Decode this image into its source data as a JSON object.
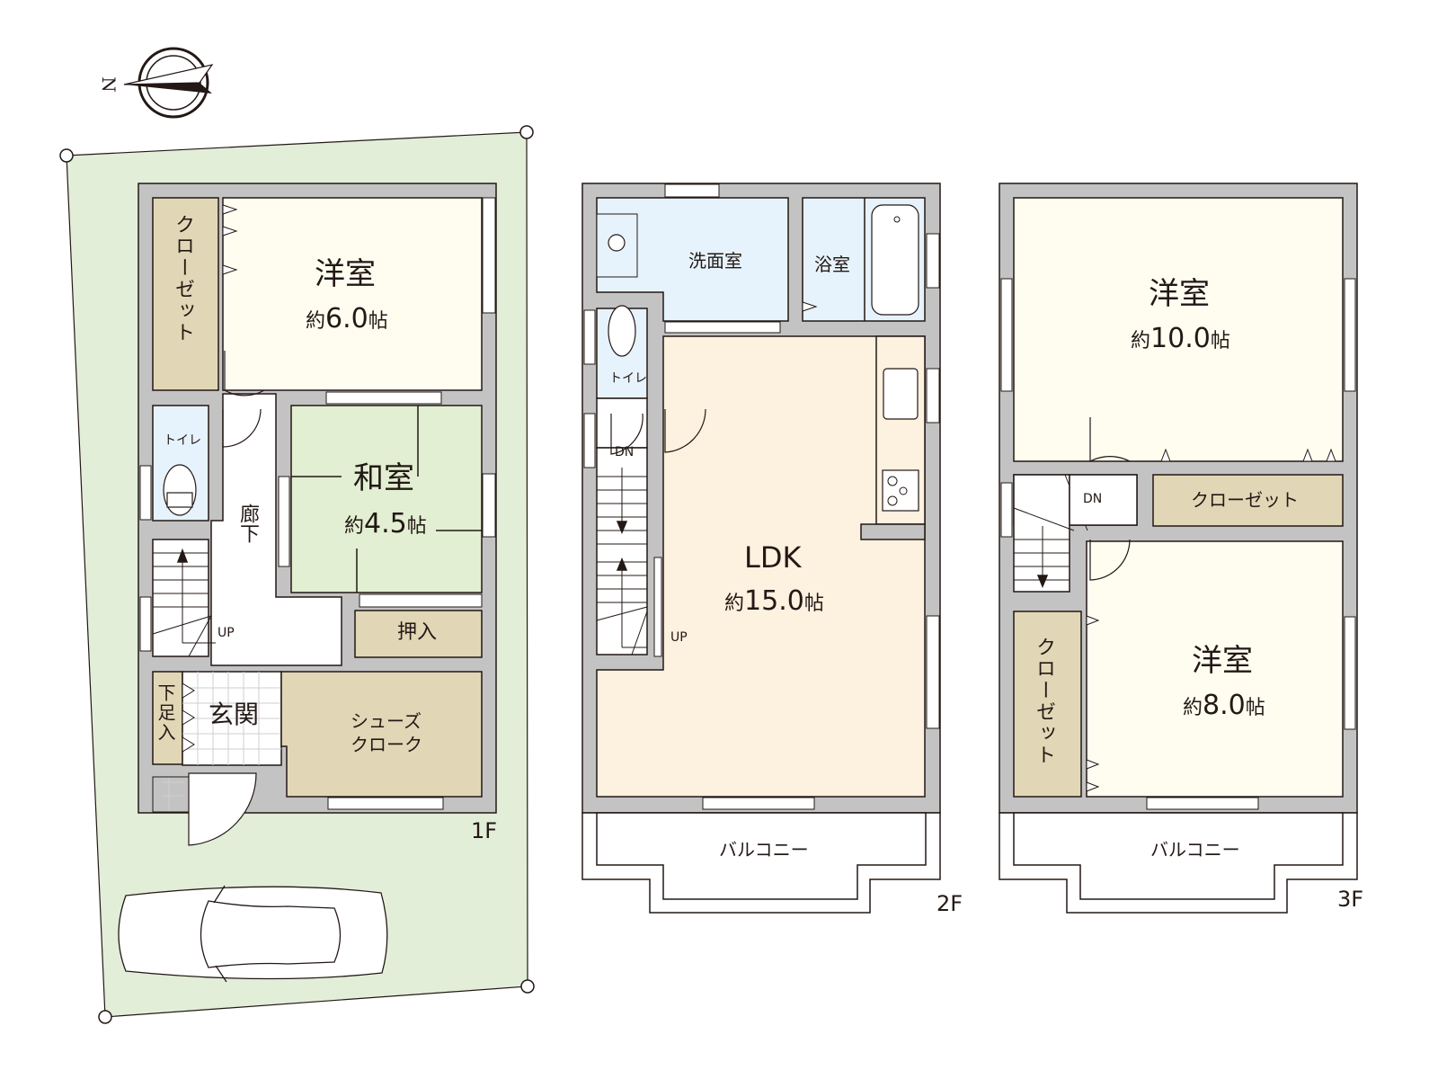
{
  "compass": {
    "label": "N"
  },
  "colors": {
    "site": "#e2eed8",
    "wall": "#c3c3c3",
    "western_room": "#fefdf0",
    "japanese_room": "#e2efd2",
    "storage": "#e1d7b6",
    "wet_area": "#e6f3fc",
    "ldk": "#fdf1df",
    "line": "#231815"
  },
  "floors": [
    {
      "id": "1F",
      "label": "1F",
      "rooms": [
        {
          "name": "洋室",
          "area_prefix": "約",
          "area_value": "6.0",
          "area_unit": "帖"
        },
        {
          "name": "和室",
          "area_prefix": "約",
          "area_value": "4.5",
          "area_unit": "帖"
        },
        {
          "name": "クローゼット"
        },
        {
          "name": "トイレ"
        },
        {
          "name": "廊下"
        },
        {
          "name": "押入"
        },
        {
          "name": "玄関"
        },
        {
          "name": "下足入"
        },
        {
          "name": "シューズ",
          "name2": "クローク"
        }
      ],
      "stairs_label": "UP"
    },
    {
      "id": "2F",
      "label": "2F",
      "rooms": [
        {
          "name": "洗面室"
        },
        {
          "name": "浴室"
        },
        {
          "name": "トイレ"
        },
        {
          "name": "LDK",
          "area_prefix": "約",
          "area_value": "15.0",
          "area_unit": "帖"
        },
        {
          "name": "バルコニー"
        }
      ],
      "stairs_dn": "DN",
      "stairs_up": "UP"
    },
    {
      "id": "3F",
      "label": "3F",
      "rooms": [
        {
          "name": "洋室",
          "area_prefix": "約",
          "area_value": "10.0",
          "area_unit": "帖"
        },
        {
          "name": "クローゼット"
        },
        {
          "name": "洋室",
          "area_prefix": "約",
          "area_value": "8.0",
          "area_unit": "帖"
        },
        {
          "name": "クローゼット"
        },
        {
          "name": "バルコニー"
        }
      ],
      "stairs_dn": "DN"
    }
  ]
}
